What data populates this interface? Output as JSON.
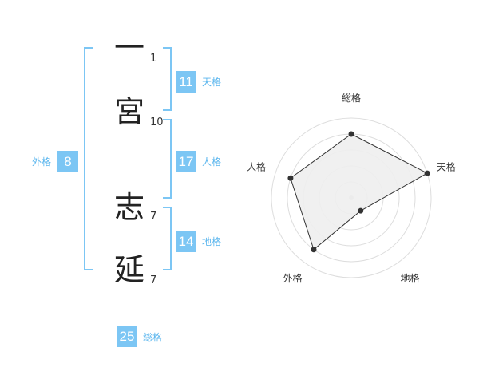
{
  "colors": {
    "accent": "#7cc6f4",
    "label_text": "#5bb6ee",
    "char_text": "#222222",
    "radar_fill": "#eeeeee",
    "radar_line": "#333333",
    "grid_line": "#dddddd"
  },
  "name": {
    "chars": [
      {
        "char": "一",
        "strokes": "1"
      },
      {
        "char": "宮",
        "strokes": "10"
      },
      {
        "char": "志",
        "strokes": "7"
      },
      {
        "char": "延",
        "strokes": "7"
      }
    ]
  },
  "fortunes": {
    "tenkaku": {
      "value": "11",
      "label": "天格"
    },
    "jinkaku": {
      "value": "17",
      "label": "人格"
    },
    "chikaku": {
      "value": "14",
      "label": "地格"
    },
    "gaikaku": {
      "value": "8",
      "label": "外格"
    },
    "soukaku": {
      "value": "25",
      "label": "総格"
    }
  },
  "chart_data": {
    "type": "radar",
    "axes": [
      "総格",
      "天格",
      "地格",
      "外格",
      "人格"
    ],
    "values": [
      4,
      5,
      1,
      4,
      4
    ],
    "max": 5,
    "rings": 5
  }
}
